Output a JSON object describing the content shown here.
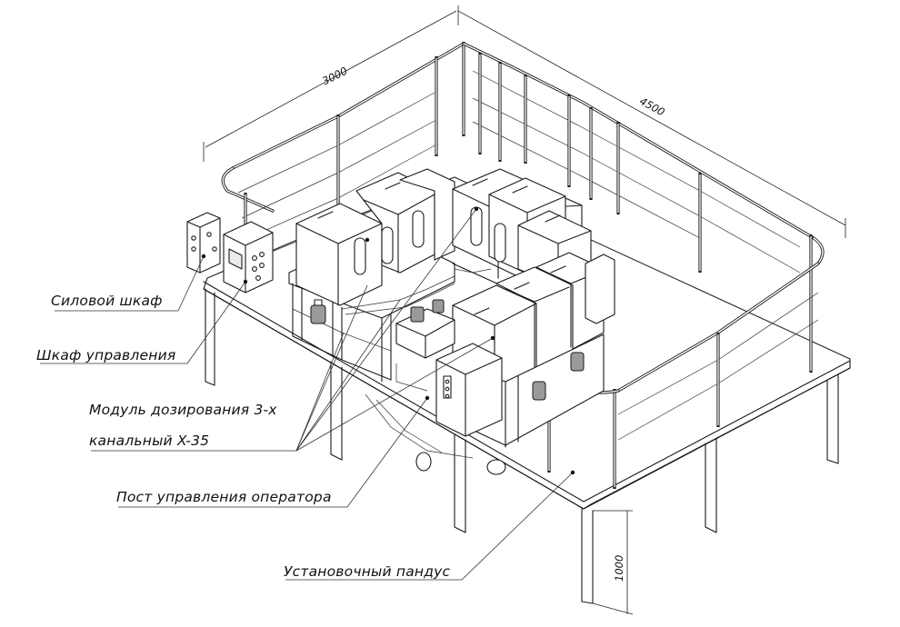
{
  "dimensions": {
    "width": "3000",
    "length": "4500",
    "height": "1000"
  },
  "labels": {
    "power_cabinet": "Силовой шкаф",
    "control_cabinet": "Шкаф управления",
    "dosing_module_line1": "Модуль дозирования 3-х",
    "dosing_module_line2": "канальный X-35",
    "operator_station": "Пост управления оператора",
    "ramp": "Установочный пандус"
  }
}
